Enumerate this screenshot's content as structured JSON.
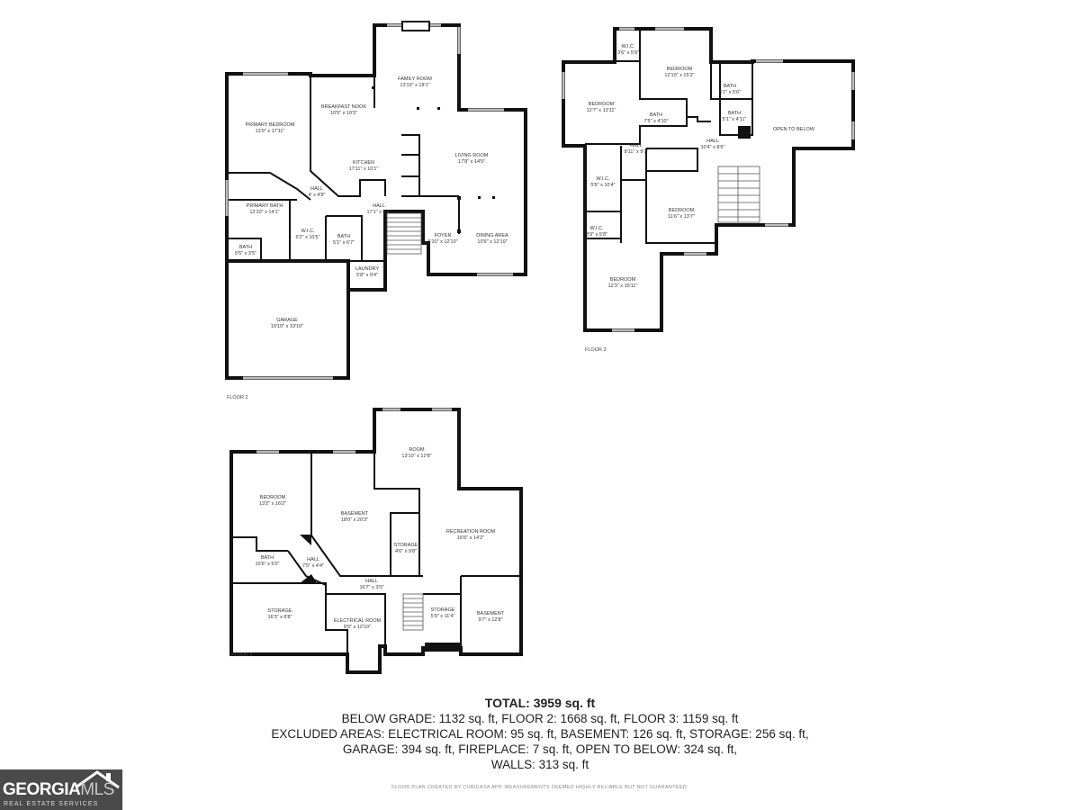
{
  "floors": {
    "floor2": {
      "label": "FLOOR 2",
      "rooms": [
        {
          "name": "FAMILY ROOM",
          "dims": "13'10\" x 18'1\""
        },
        {
          "name": "BREAKFAST NOOK",
          "dims": "10'5\" x 10'3\""
        },
        {
          "name": "PRIMARY BEDROOM",
          "dims": "13'9\" x 17'11\""
        },
        {
          "name": "KITCHEN",
          "dims": "17'11\" x 10'1\""
        },
        {
          "name": "LIVING ROOM",
          "dims": "17'8\" x 14'5\""
        },
        {
          "name": "HALL",
          "dims": "4' x 4'9\""
        },
        {
          "name": "HALL",
          "dims": "17'1\" x 6'4\""
        },
        {
          "name": "PRIMARY BATH",
          "dims": "12'10\" x 14'1\""
        },
        {
          "name": "W.I.C.",
          "dims": "6'2\" x 10'5\""
        },
        {
          "name": "BATH",
          "dims": "5'1\" x 6'7\""
        },
        {
          "name": "FOYER",
          "dims": "5'10\" x 12'10\""
        },
        {
          "name": "DINING AREA",
          "dims": "10'9\" x 12'10\""
        },
        {
          "name": "BATH",
          "dims": "5'5\" x 3'5\""
        },
        {
          "name": "LAUNDRY",
          "dims": "5'8\" x 9'4\""
        },
        {
          "name": "GARAGE",
          "dims": "19'10\" x 19'10\""
        }
      ]
    },
    "floor3": {
      "label": "FLOOR 3",
      "rooms": [
        {
          "name": "W.I.C.",
          "dims": "3'6\" x 5'9\""
        },
        {
          "name": "BEDROOM",
          "dims": "12'10\" x 15'2\""
        },
        {
          "name": "BATH",
          "dims": "5'1\" x 5'6\""
        },
        {
          "name": "BEDROOM",
          "dims": "12'7\" x 13'11\""
        },
        {
          "name": "BATH",
          "dims": "5'1\" x 4'11\""
        },
        {
          "name": "BATH",
          "dims": "7'5\" x 4'10\""
        },
        {
          "name": "OPEN TO BELOW",
          "dims": ""
        },
        {
          "name": "HALL",
          "dims": "8'11\" x 9'7\""
        },
        {
          "name": "HALL",
          "dims": "10'4\" x 8'6\""
        },
        {
          "name": "W.I.C.",
          "dims": "5'9\" x 10'4\""
        },
        {
          "name": "BEDROOM",
          "dims": "11'6\" x 13'7\""
        },
        {
          "name": "W.I.C.",
          "dims": "3'9\" x 5'8\""
        },
        {
          "name": "BEDROOM",
          "dims": "12'3\" x 15'11\""
        }
      ]
    },
    "floor1": {
      "label": "FLOOR 1",
      "rooms": [
        {
          "name": "ROOM",
          "dims": "13'10\" x 12'8\""
        },
        {
          "name": "BEDROOM",
          "dims": "13'2\" x 16'2\""
        },
        {
          "name": "BASEMENT",
          "dims": "18'0\" x 20'3\""
        },
        {
          "name": "RECREATION ROOM",
          "dims": "16'6\" x 14'2\""
        },
        {
          "name": "STORAGE",
          "dims": "4'6\" x 9'8\""
        },
        {
          "name": "BATH",
          "dims": "10'6\" x 5'0\""
        },
        {
          "name": "HALL",
          "dims": "7'5\" x 4'4\""
        },
        {
          "name": "HALL",
          "dims": "16'7\" x 3'0\""
        },
        {
          "name": "STORAGE",
          "dims": "16'3\" x 8'8\""
        },
        {
          "name": "STORAGE",
          "dims": "5'9\" x 11'4\""
        },
        {
          "name": "BASEMENT",
          "dims": "9'7\" x 12'8\""
        },
        {
          "name": "ELECTRICAL ROOM",
          "dims": "8'9\" x 12'10\""
        }
      ]
    }
  },
  "summary": {
    "total": "TOTAL: 3959 sq. ft",
    "line1": "BELOW GRADE: 1132 sq. ft, FLOOR 2: 1668 sq. ft, FLOOR 3: 1159 sq. ft",
    "line2": "EXCLUDED AREAS: ELECTRICAL ROOM: 95 sq. ft, BASEMENT: 126 sq. ft, STORAGE: 256 sq. ft,",
    "line3": "GARAGE: 394 sq. ft, FIREPLACE: 7 sq. ft, OPEN TO BELOW: 324 sq. ft,",
    "line4": "WALLS: 313 sq. ft"
  },
  "footer_note": "FLOOR PLAN CREATED BY CUBICASA APP. MEASUREMENTS DEEMED HIGHLY RELIABLE BUT NOT GUARANTEED.",
  "brand": {
    "name_part1": "GEORGIA",
    "name_part2": "MLS",
    "subtitle": "REAL ESTATE SERVICES"
  },
  "colors": {
    "wall": "#111111",
    "window": "#bbbbbb",
    "brand_bg": "#4a4a4a"
  }
}
